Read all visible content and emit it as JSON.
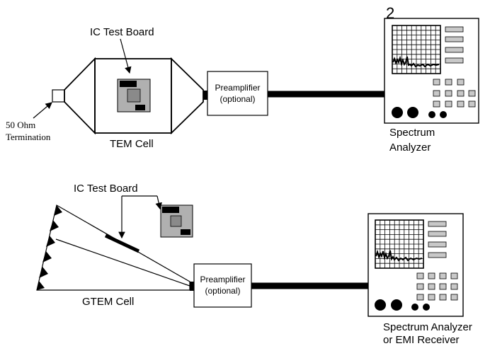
{
  "top": {
    "board_label": "IC Test Board",
    "termination_label_line1": "50 Ohm",
    "termination_label_line2": "Termination",
    "cell_label": "TEM Cell",
    "preamp_line1": "Preamplifier",
    "preamp_line2": "(optional)",
    "analyzer_number": "2",
    "analyzer_label_line1": "Spectrum",
    "analyzer_label_line2": "Analyzer"
  },
  "bottom": {
    "board_label": "IC Test Board",
    "cell_label": "GTEM Cell",
    "preamp_line1": "Preamplifier",
    "preamp_line2": "(optional)",
    "analyzer_label_line1": "Spectrum Analyzer",
    "analyzer_label_line2": "or EMI Receiver"
  },
  "colors": {
    "line": "#000000",
    "board_fill": "#b0b0b0",
    "chip_fill": "#8a8a8a",
    "button_fill": "#c8c8c8"
  }
}
